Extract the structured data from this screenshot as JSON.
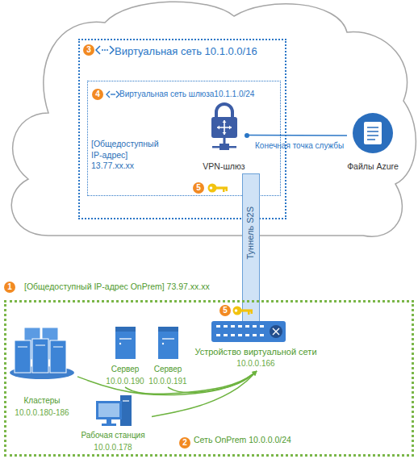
{
  "diagram": {
    "nodes": [
      {
        "text": [
          "Виртуальная сеть 10.1.0.0/16"
        ]
      },
      {
        "text": [
          "Виртуальная сеть шлюза10.1.1.0/24"
        ],
        "in": 0
      },
      {
        "text": [
          "VPN-шлюз"
        ],
        "in": 1
      },
      {
        "text": [
          "Файлы Azure"
        ]
      },
      {
        "text": [
          "Туннель S2S"
        ]
      },
      {
        "text": [
          "[Общедоступный IP-адрес OnPrem] 73.97.xx.xx",
          "Сеть OnPrem 10.0.0.0/24"
        ]
      },
      {
        "text": [
          "Кластеры",
          "10.0.0.180-186"
        ],
        "in": 5
      },
      {
        "text": [
          "Сервер",
          "10.0.0.190"
        ],
        "in": 5
      },
      {
        "text": [
          "Сервер",
          "10.0.0.191"
        ],
        "in": 5
      },
      {
        "text": [
          "Устройство виртуальной сети",
          "10.0.0.166"
        ],
        "in": 5
      },
      {
        "text": [
          "Рабочая станция",
          "10.0.0.178"
        ],
        "in": 5
      }
    ],
    "edges": [
      {
        "from": 2,
        "to": 3,
        "arrow": "none",
        "label": "Конечная точка службы"
      },
      {
        "from": 6,
        "to": 9,
        "arrow": "to"
      },
      {
        "from": 7,
        "to": 9,
        "arrow": "to"
      },
      {
        "from": 8,
        "to": 9,
        "arrow": "to"
      },
      {
        "from": 10,
        "to": 9,
        "arrow": "to"
      }
    ],
    "labels": [
      "3",
      "4",
      "[Общедоступный IP-адрес] 13.77.xx.xx",
      "5",
      "1",
      "5",
      "2"
    ]
  }
}
